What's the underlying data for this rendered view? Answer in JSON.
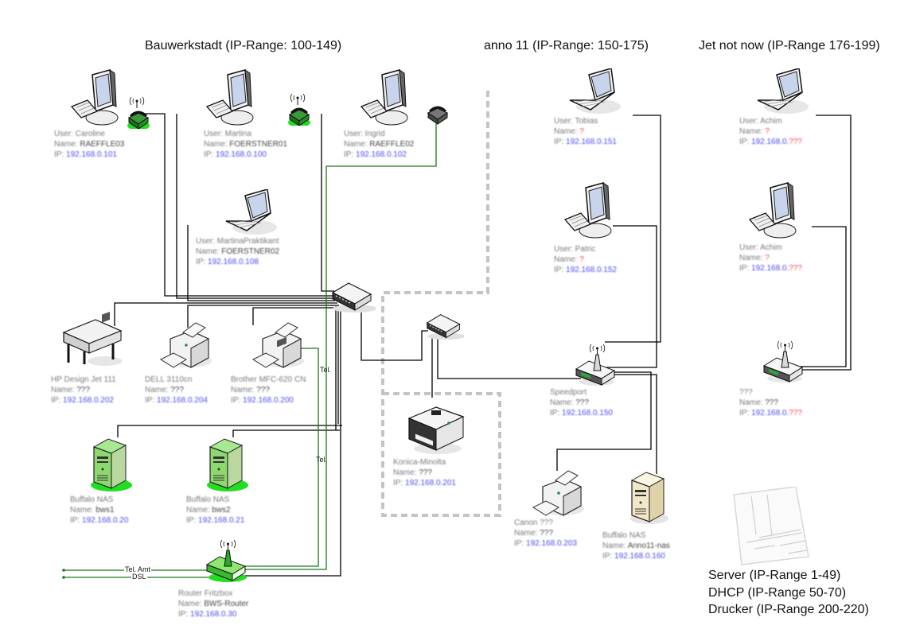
{
  "zones": [
    {
      "title": "Bauwerkstadt (IP-Range: 100-149)"
    },
    {
      "title": "anno 11 (IP-Range: 150-175)"
    },
    {
      "title": "Jet not now (IP-Range 176-199)"
    }
  ],
  "devices": {
    "caroline": {
      "line1": "User: Caroline",
      "name_label": "Name:",
      "name": "RAEFFLE03",
      "ip_label": "IP:",
      "ip": "192.168.0.101"
    },
    "martina": {
      "line1": "User: Martina",
      "name_label": "Name:",
      "name": "FOERSTNER01",
      "ip_label": "IP:",
      "ip": "192.168.0.100"
    },
    "ingrid": {
      "line1": "User: Ingrid",
      "name_label": "Name:",
      "name": "RAEFFLE02",
      "ip_label": "IP:",
      "ip": "192.168.0.102"
    },
    "praktikant": {
      "line1": "User: MartinaPraktikant",
      "name_label": "Name:",
      "name": "FOERSTNER02",
      "ip_label": "IP:",
      "ip": "192.168.0.108"
    },
    "hp_designjet": {
      "line1": "HP Design Jet 111",
      "name_label": "Name:",
      "name": "???",
      "ip_label": "IP:",
      "ip": "192.168.0.202"
    },
    "dell": {
      "line1": "DELL 3110cn",
      "name_label": "Name:",
      "name": "???",
      "ip_label": "IP:",
      "ip": "192.168.0.204"
    },
    "brother": {
      "line1": "Brother MFC-620 CN",
      "name_label": "Name:",
      "name": "???",
      "ip_label": "IP:",
      "ip": "192.168.0.200"
    },
    "nas1": {
      "line1": "Buffalo NAS",
      "name_label": "Name:",
      "name": "bws1",
      "ip_label": "IP:",
      "ip": "192.168.0.20"
    },
    "nas2": {
      "line1": "Buffalo NAS",
      "name_label": "Name:",
      "name": "bws2",
      "ip_label": "IP:",
      "ip": "192.168.0.21"
    },
    "fritzbox": {
      "line1": "Router Fritzbox",
      "name_label": "Name:",
      "name": "BWS-Router",
      "ip_label": "IP:",
      "ip": "192.168.0.30"
    },
    "konica": {
      "line1": "Konica-Minolta",
      "name_label": "Name:",
      "name": "???",
      "ip_label": "IP:",
      "ip": "192.168.0.201"
    },
    "tobias": {
      "line1": "User: Tobias",
      "name_label": "Name:",
      "name": "?",
      "ip_label": "IP:",
      "ip": "192.168.0.151"
    },
    "patric": {
      "line1": "User: Patric",
      "name_label": "Name:",
      "name": "?",
      "ip_label": "IP:",
      "ip": "192.168.0.152"
    },
    "speedport": {
      "line1": "Speedport",
      "name_label": "Name:",
      "name": "???",
      "ip_label": "IP:",
      "ip": "192.168.0.150"
    },
    "canon": {
      "line1": "Canon ???",
      "name_label": "Name:",
      "name": "???",
      "ip_label": "IP:",
      "ip": "192.168.0.203"
    },
    "anno_nas": {
      "line1": "Buffalo NAS",
      "name_label": "Name:",
      "name": "Anno11-nas",
      "ip_label": "IP:",
      "ip": "192.168.0.160"
    },
    "achim_laptop": {
      "line1": "User: Achim",
      "name_label": "Name:",
      "name": "?",
      "ip_label": "IP:",
      "ip_prefix": "192.168.0.",
      "ip_suffix": "???"
    },
    "achim_pc": {
      "line1": "User: Achim",
      "name_label": "Name:",
      "name": "?",
      "ip_label": "IP:",
      "ip_prefix": "192.168.0.",
      "ip_suffix": "???"
    },
    "jet_router": {
      "line1": "???",
      "name_label": "Name:",
      "name": "???",
      "ip_label": "IP:",
      "ip_prefix": "192.168.0.",
      "ip_suffix": "???"
    }
  },
  "wire_labels": {
    "tel1": "Tel.",
    "tel2": "Tel.",
    "tel_amt": "Tel. Amt",
    "dsl": "DSL"
  },
  "legend": [
    "Server (IP-Range 1-49)",
    "DHCP (IP-Range 50-70)",
    "Drucker (IP-Range 200-220)"
  ],
  "colors": {
    "wire": "#000000",
    "phone_wire": "#1a7a1a",
    "zone_border": "#c8c8c8",
    "ip_text": "#4a4af0",
    "unknown_text": "#ff4040",
    "accent_green": "#22cc22"
  }
}
